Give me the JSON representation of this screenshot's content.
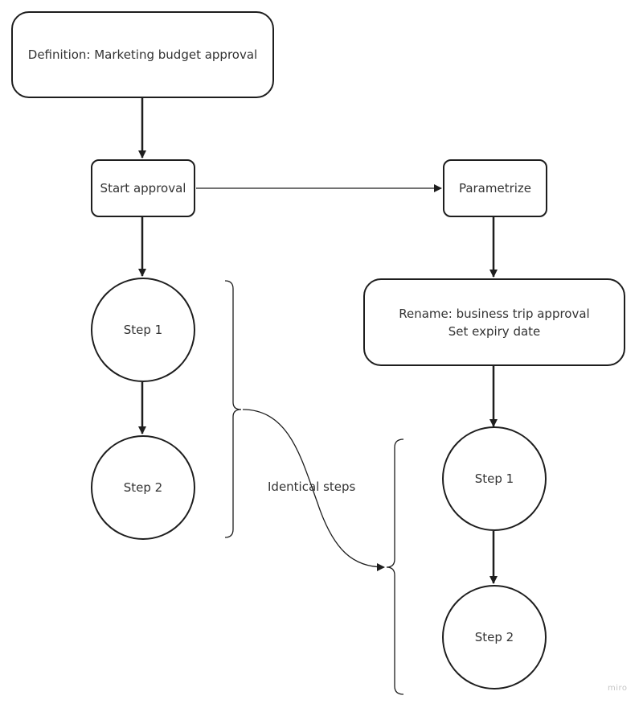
{
  "nodes": {
    "definition": "Definition: Marketing budget approval",
    "start_approval": "Start approval",
    "parametrize": "Parametrize",
    "rename_line1": "Rename: business trip approval",
    "rename_line2": "Set expiry date",
    "left_step1": "Step 1",
    "left_step2": "Step 2",
    "right_step1": "Step 1",
    "right_step2": "Step 2"
  },
  "annotation": "Identical steps",
  "watermark": "miro"
}
